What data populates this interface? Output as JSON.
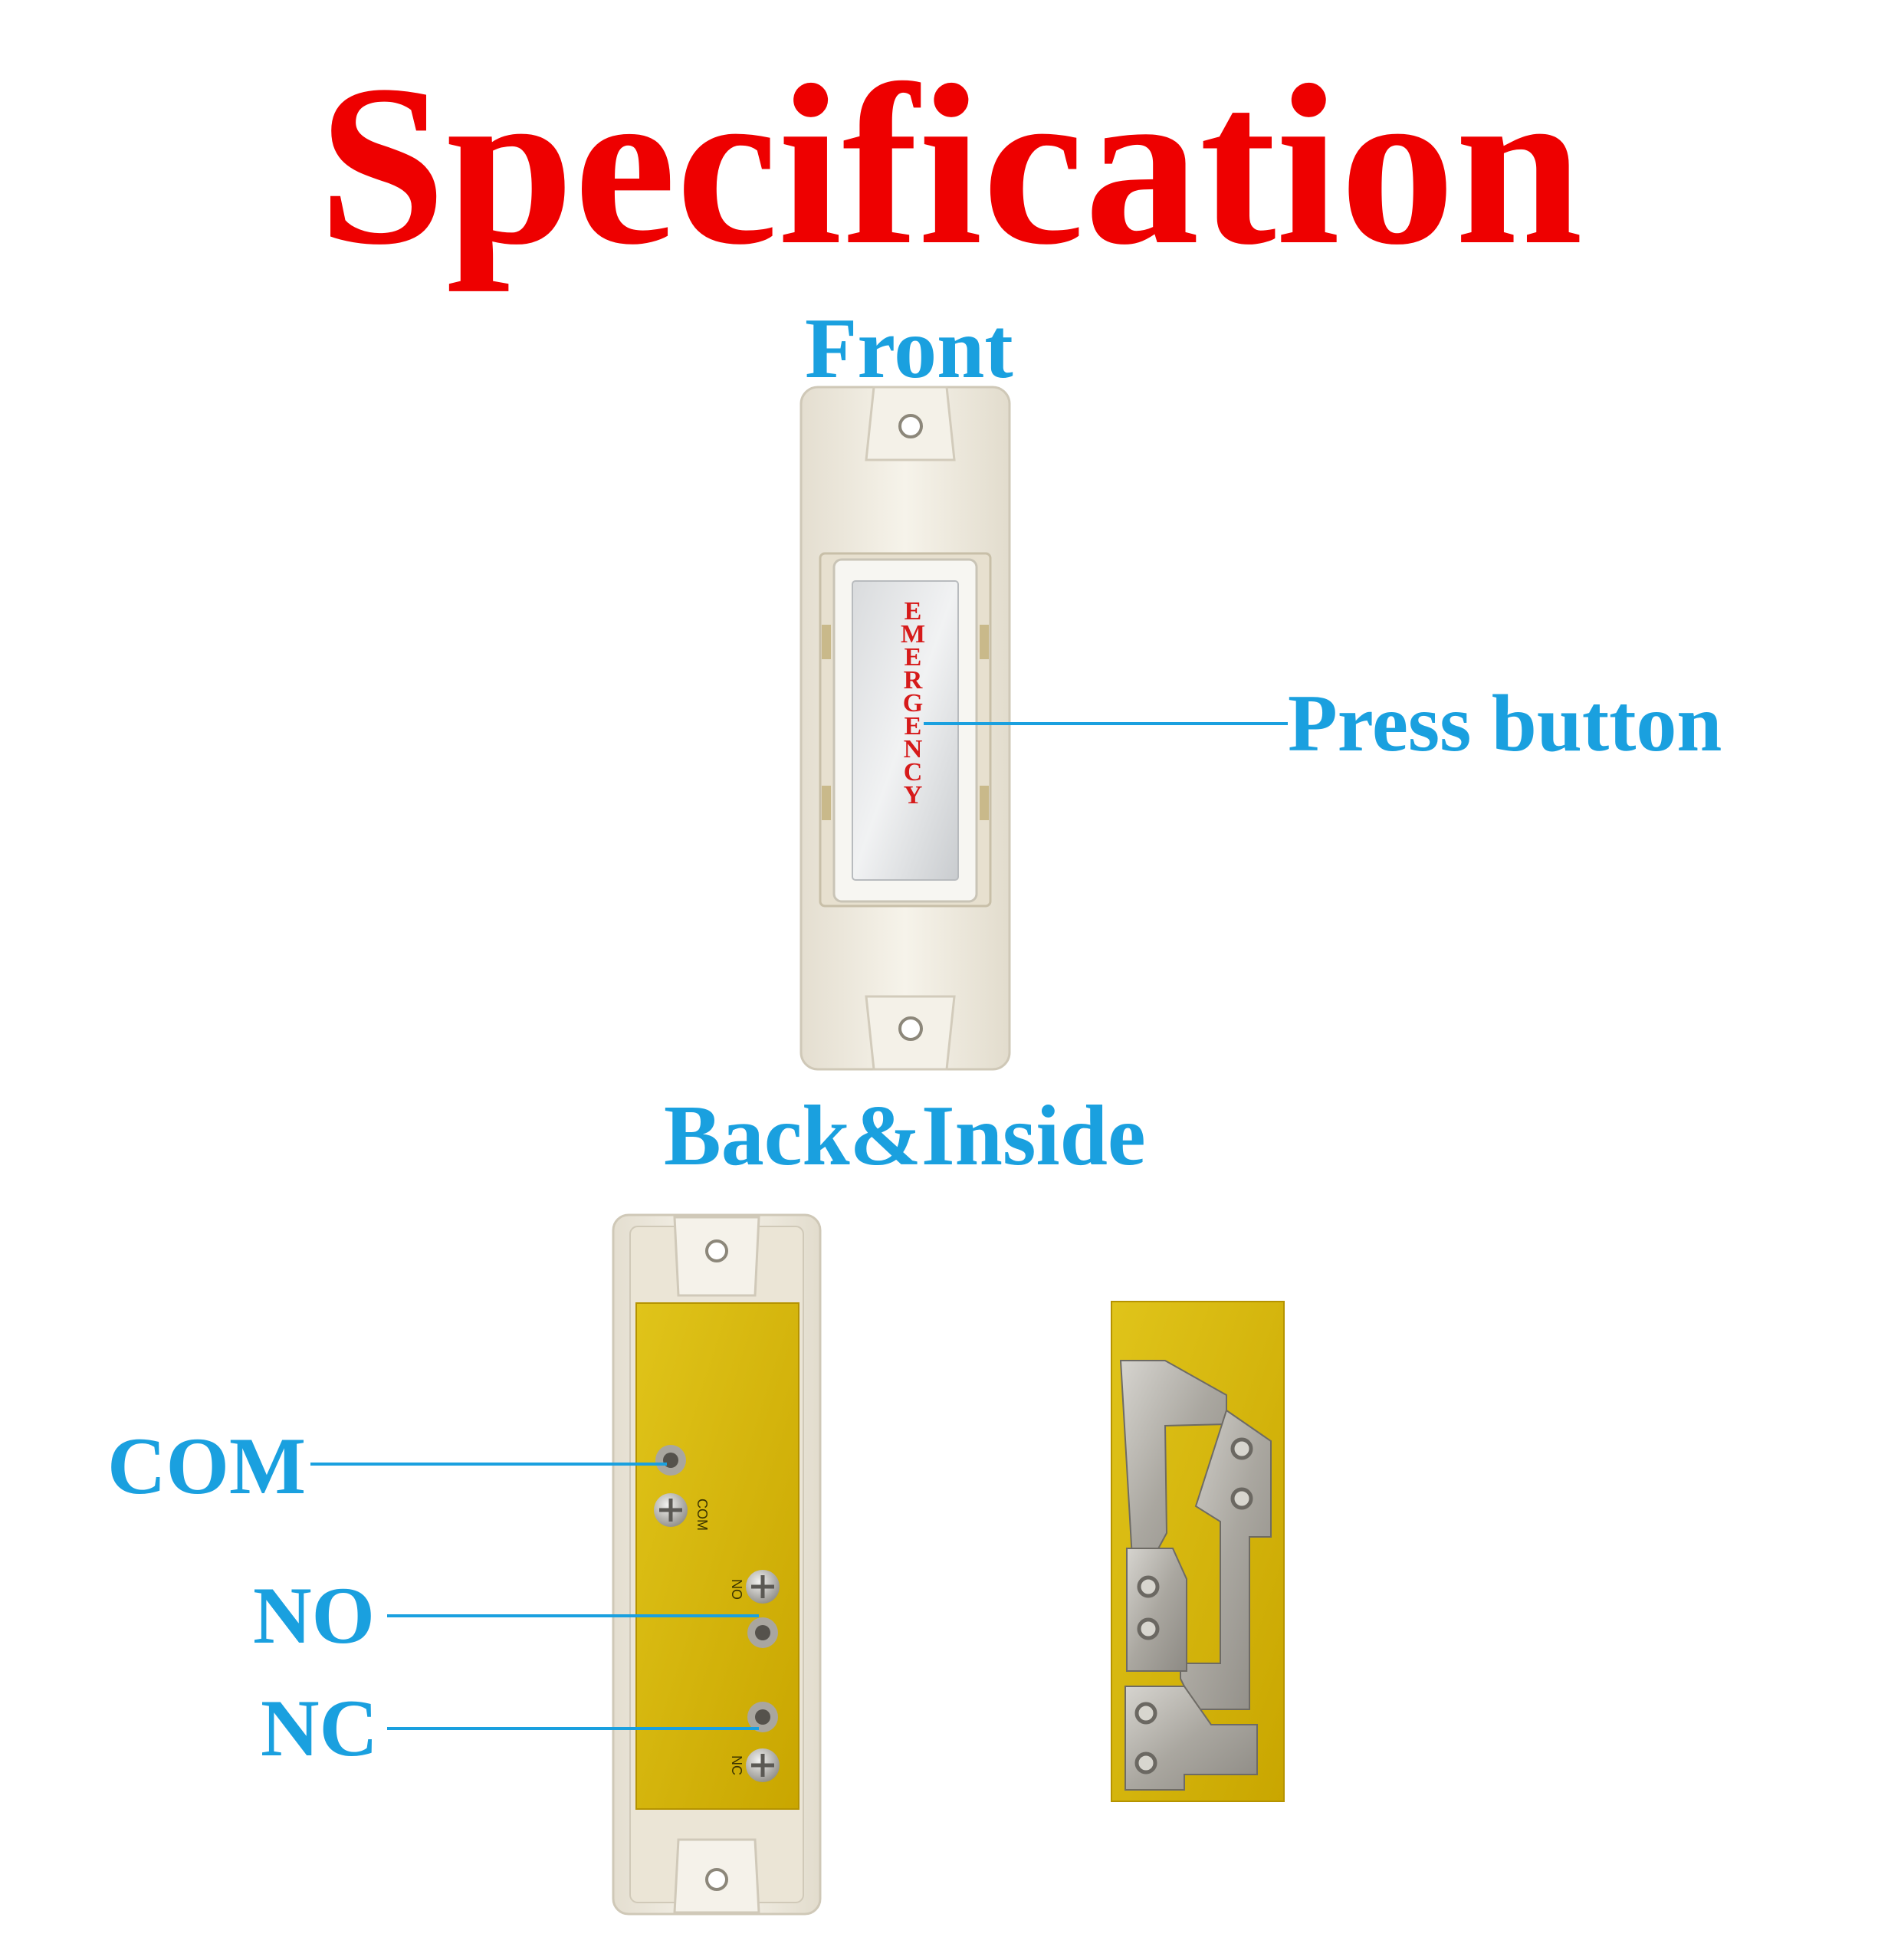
{
  "title": "Specification",
  "sections": {
    "front": "Front",
    "back": "Back&Inside"
  },
  "button_face_text": "EMERGENCY",
  "callouts": {
    "press_button": "Press button",
    "com": "COM",
    "no": "NO",
    "nc": "NC"
  },
  "pcb_marks": {
    "com": "COM",
    "no": "NO",
    "nc": "NC"
  },
  "colors": {
    "title": "#ee0000",
    "labels": "#1aa0df",
    "housing": "#f1ede2",
    "pcb": "#d4b200",
    "emergency_text": "#d61a1a"
  },
  "icons": [
    "screw-hole-icon",
    "terminal-screw-icon"
  ]
}
